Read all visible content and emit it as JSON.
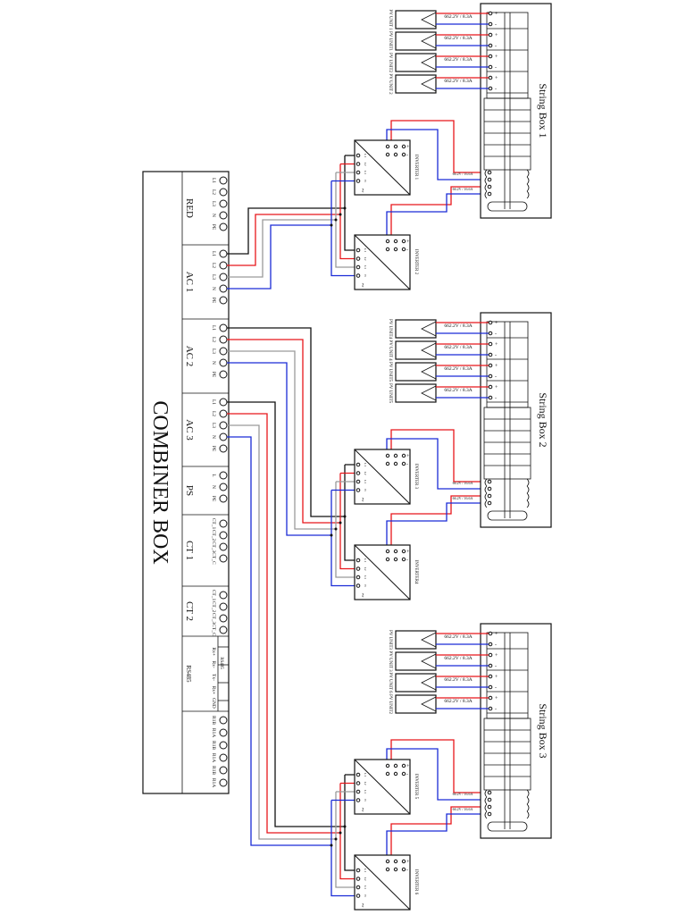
{
  "combiner_box": {
    "title": "COMBINER BOX",
    "sections": [
      {
        "name": "RED",
        "terminals": [
          "L1",
          "L2",
          "L3",
          "N",
          "PE"
        ]
      },
      {
        "name": "AC 1",
        "terminals": [
          "L1",
          "L2",
          "L3",
          "N",
          "PE"
        ]
      },
      {
        "name": "AC 2",
        "terminals": [
          "L1",
          "L2",
          "L3",
          "N",
          "PE"
        ]
      },
      {
        "name": "AC 3",
        "terminals": [
          "L1",
          "L2",
          "L3",
          "N",
          "PE"
        ]
      },
      {
        "name": "PS",
        "terminals": [
          "L",
          "N",
          "PE"
        ]
      },
      {
        "name": "CT 1",
        "terminals": [
          "CT_1",
          "CT_2",
          "CT_3",
          "CT_C"
        ]
      },
      {
        "name": "CT 2",
        "terminals": [
          "CT_1",
          "CT_2",
          "CT_3",
          "CT_C"
        ]
      },
      {
        "name": "RS485",
        "sub_label": "RS485",
        "terminals": [
          "Rx+",
          "Rx-",
          "Tx-",
          "Rx+",
          "GND"
        ]
      },
      {
        "name": "",
        "terminals": [
          "R1B",
          "R1A",
          "R1B",
          "R1A",
          "R1B",
          "R1A"
        ]
      }
    ]
  },
  "string_boxes": [
    {
      "title": "String Box 1",
      "pv_units": [
        {
          "label": "PV UNIT 1",
          "rating": "662.2V / 8.3A"
        },
        {
          "label": "PV UNIT1",
          "rating": "662.2V / 8.3A"
        },
        {
          "label": "PV UNIT2",
          "rating": "662.2V / 8.3A"
        },
        {
          "label": "PV UNIT 2",
          "rating": "662.2V / 8.3A"
        }
      ],
      "outputs": [
        "66.2V / 16.6A",
        "66.2V / 16.6A"
      ]
    },
    {
      "title": "String Box 2",
      "pv_units": [
        {
          "label": "PV UNIT4",
          "rating": "662.2V / 8.3A"
        },
        {
          "label": "PV UNIT 4",
          "rating": "662.2V / 8.3A"
        },
        {
          "label": "PV UNIT5",
          "rating": "662.2V / 8.3A"
        },
        {
          "label": "PV UNIT5",
          "rating": "662.2V / 8.3A"
        }
      ],
      "outputs": [
        "66.2V / 16.6A",
        "66.2V / 16.6A"
      ]
    },
    {
      "title": "String Box 3",
      "pv_units": [
        {
          "label": "PV UNIT3",
          "rating": "662.2V / 8.3A"
        },
        {
          "label": "PV UNIT 3",
          "rating": "662.2V / 8.3A"
        },
        {
          "label": "PV UNIT 6",
          "rating": "662.2V / 8.3A"
        },
        {
          "label": "PV UNIT2",
          "rating": "662.2V / 8.3A"
        }
      ],
      "outputs": [
        "66.2V / 16.6A",
        "66.2V / 16.6A"
      ]
    }
  ],
  "inverters": [
    {
      "label": "INVERTER 1"
    },
    {
      "label": "INVERTER 2"
    },
    {
      "label": "INVERTER 3"
    },
    {
      "label": "INVERTER4"
    },
    {
      "label": "INVERTER 5"
    },
    {
      "label": "INVERTER 6"
    }
  ],
  "inverter_ac_terminals": [
    "L1",
    "L2",
    "L3",
    "N"
  ],
  "inverter_dc_terminals": [
    "+",
    "-"
  ],
  "wire_colors": {
    "L1": "#111111",
    "L2": "#e8161b",
    "L3": "#9a9a9a",
    "N": "#1a2bd6"
  }
}
